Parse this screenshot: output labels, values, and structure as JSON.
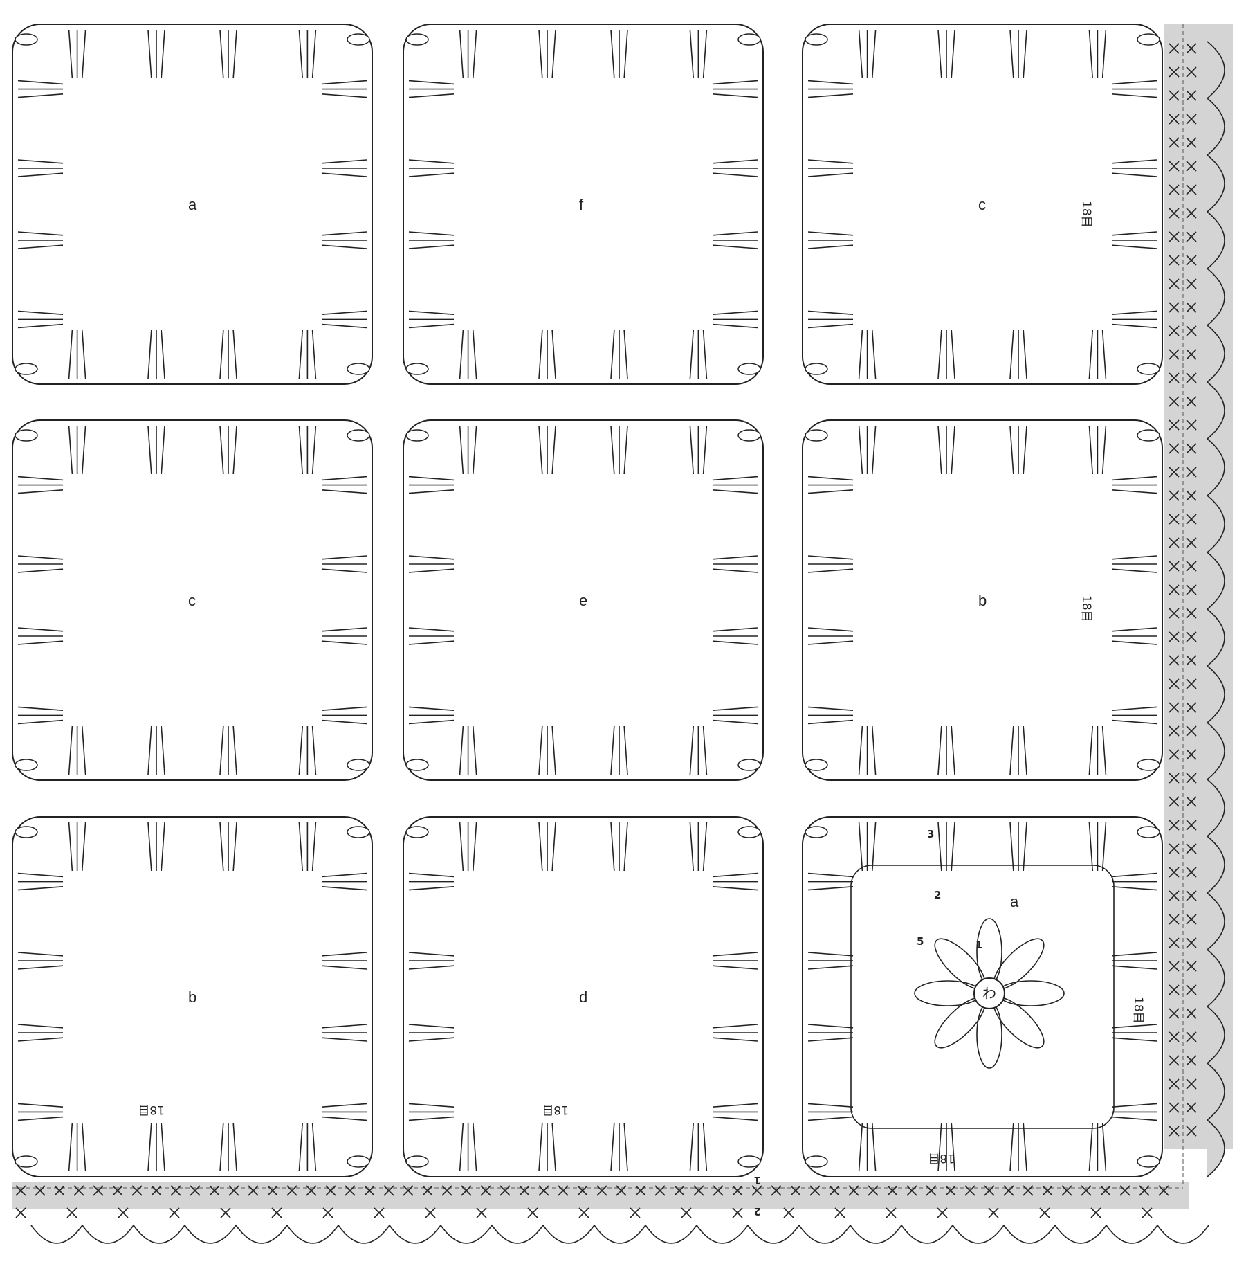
{
  "diagram": {
    "motifs": [
      {
        "label": "a",
        "row": 0,
        "col": 0
      },
      {
        "label": "f",
        "row": 0,
        "col": 1
      },
      {
        "label": "c",
        "row": 0,
        "col": 2
      },
      {
        "label": "c",
        "row": 1,
        "col": 0
      },
      {
        "label": "e",
        "row": 1,
        "col": 1
      },
      {
        "label": "b",
        "row": 1,
        "col": 2
      },
      {
        "label": "b",
        "row": 2,
        "col": 0
      },
      {
        "label": "d",
        "row": 2,
        "col": 1
      },
      {
        "label": "",
        "row": 2,
        "col": 2
      }
    ],
    "stitch_count_label": "18目",
    "center_ring_label": "わ",
    "center_motif_label": "a",
    "round_numbers": [
      "1",
      "2",
      "3",
      "5"
    ],
    "border_row_numbers": [
      "1",
      "2"
    ],
    "colors": {
      "ink": "#222222",
      "border_fill": "#d4d4d4"
    }
  }
}
